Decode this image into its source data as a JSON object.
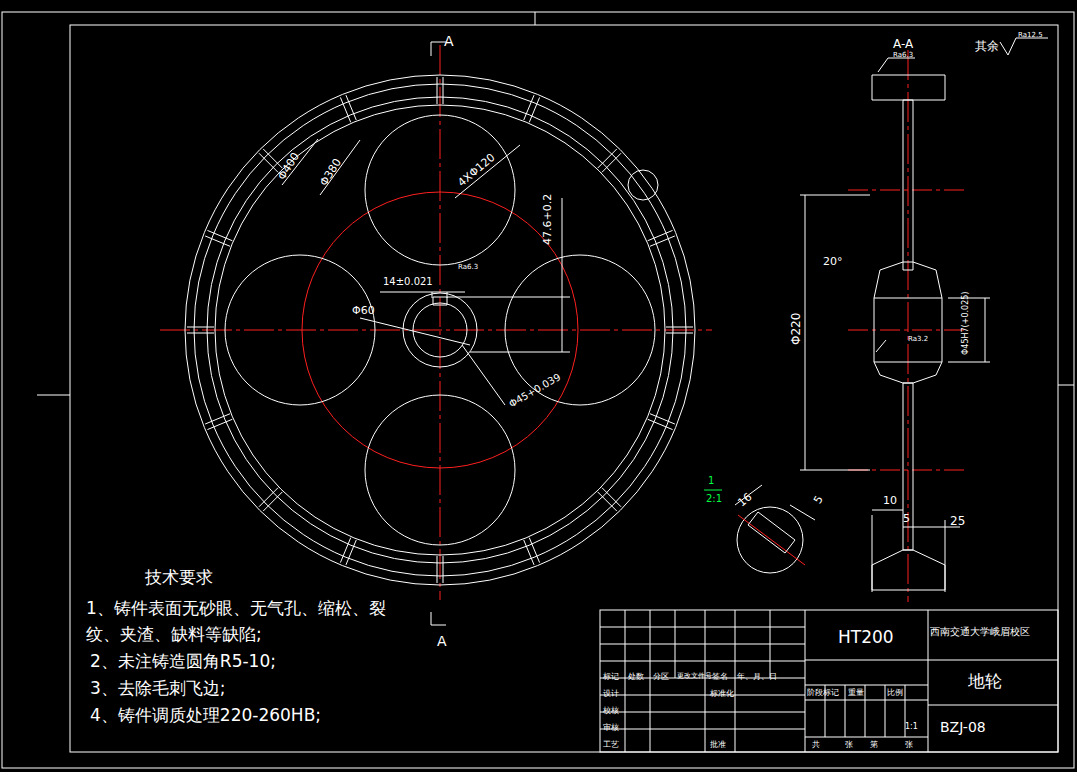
{
  "diagram": {
    "labels": [
      "A",
      "A",
      "A-A",
      "其余",
      "Ra12.5",
      "Ra6.3",
      "Φ400",
      "Φ380",
      "4XΦ120",
      "47.6+0.2",
      "14±0.021",
      "Ra6.3",
      "Φ60",
      "Φ45+0.039",
      "20°",
      "Φ220",
      "Φ45H7(+0.025)",
      "Ra3.2",
      "10",
      "5",
      "25",
      "1",
      "2:1",
      "16",
      "5",
      "技术要求",
      "1、铸件表面无砂眼、无气孔、缩松、裂纹、夹渣、缺料等缺陷;",
      "2、未注铸造圆角R5-10;",
      "3、去除毛刺飞边;",
      "4、铸件调质处理220-260HB;",
      "HT200",
      "西南交通大学峨眉校区",
      "地轮",
      "BZJ-08",
      "标记",
      "处数",
      "分区",
      "更改文件号",
      "签名",
      "年、月、日",
      "设计",
      "标准化",
      "校核",
      "审核",
      "工艺",
      "批准",
      "阶段标记",
      "重量",
      "比例",
      "1:1",
      "共",
      "张",
      "第",
      "张"
    ]
  }
}
